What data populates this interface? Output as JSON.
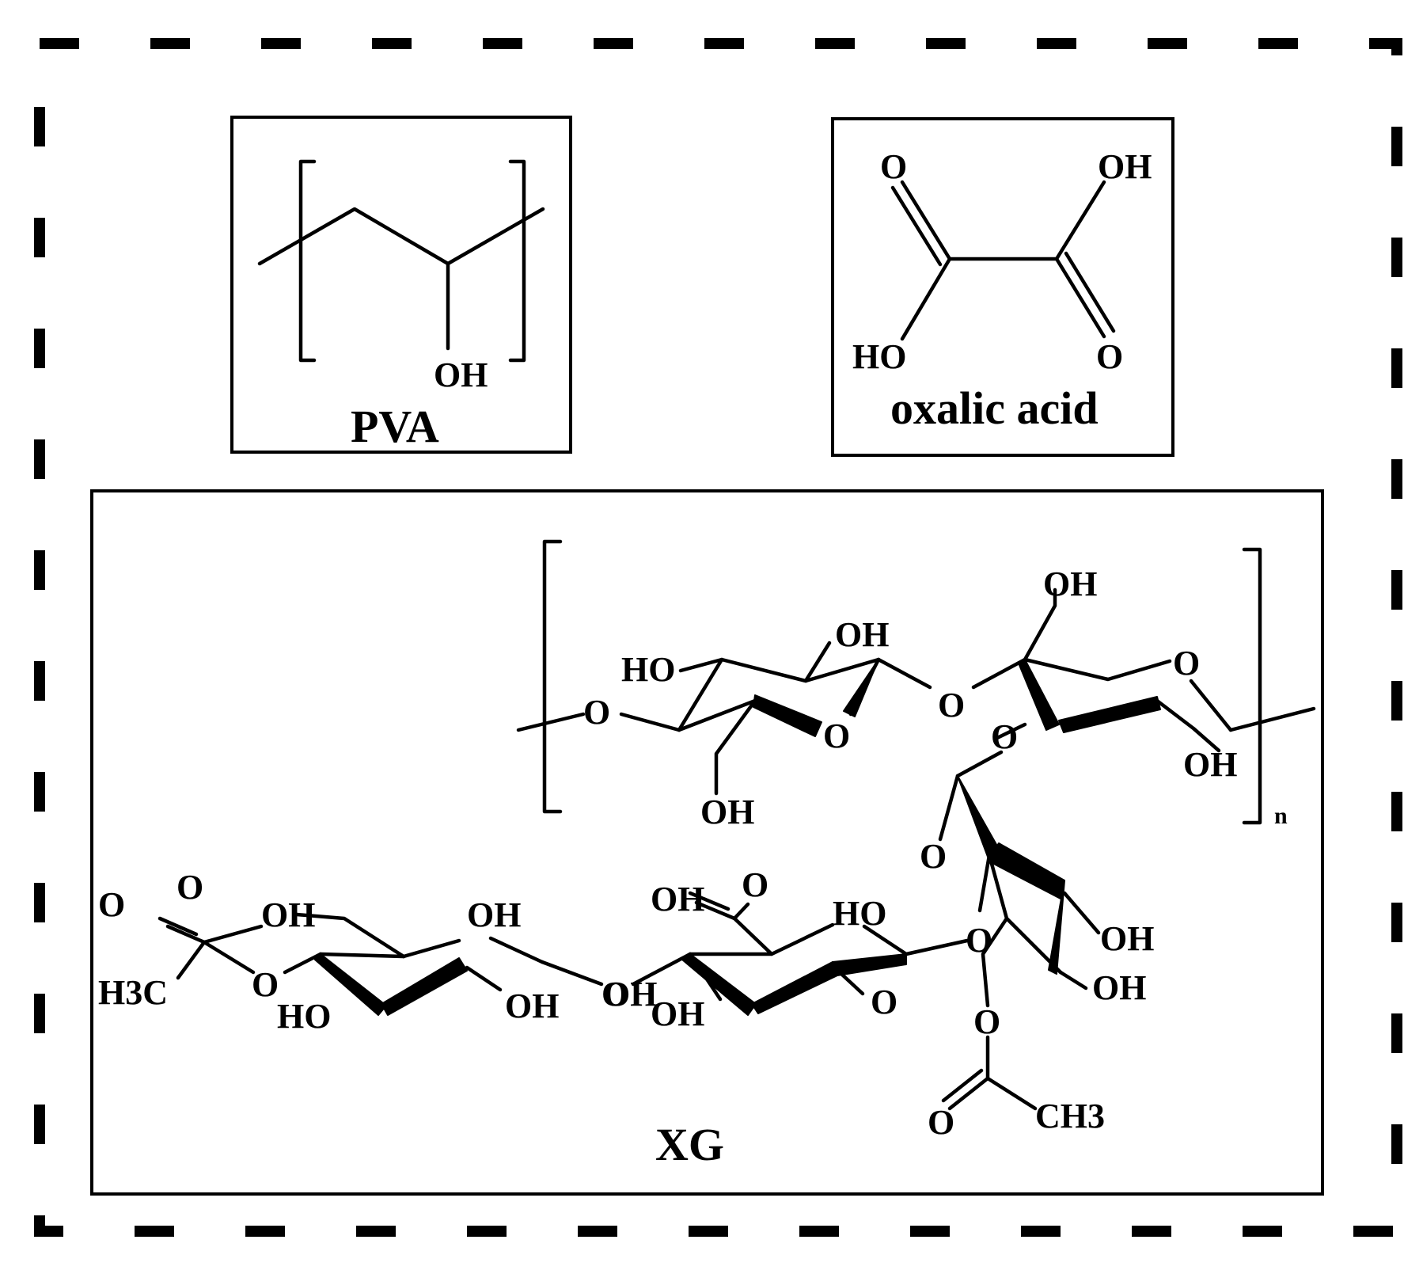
{
  "figure": {
    "panels": [
      {
        "id": "pva",
        "title": "PVA",
        "atom_labels": [
          "OH"
        ]
      },
      {
        "id": "oxalic-acid",
        "title": "oxalic acid",
        "atom_labels": [
          "O",
          "OH",
          "HO",
          "O"
        ]
      },
      {
        "id": "xg",
        "title": "XG",
        "repeat_subscript": "n",
        "atom_labels": {
          "backbone": [
            "O",
            "HO",
            "OH",
            "O",
            "OH",
            "O",
            "OH",
            "O",
            "O",
            "OH"
          ],
          "side_chain": [
            "O",
            "OH",
            "OH",
            "O",
            "O",
            "CH3",
            "O",
            "OH",
            "O",
            "HO",
            "OH",
            "O",
            "OH",
            "O",
            "O",
            "OH",
            "H3C",
            "O",
            "HO",
            "OH",
            "O"
          ]
        }
      }
    ]
  }
}
